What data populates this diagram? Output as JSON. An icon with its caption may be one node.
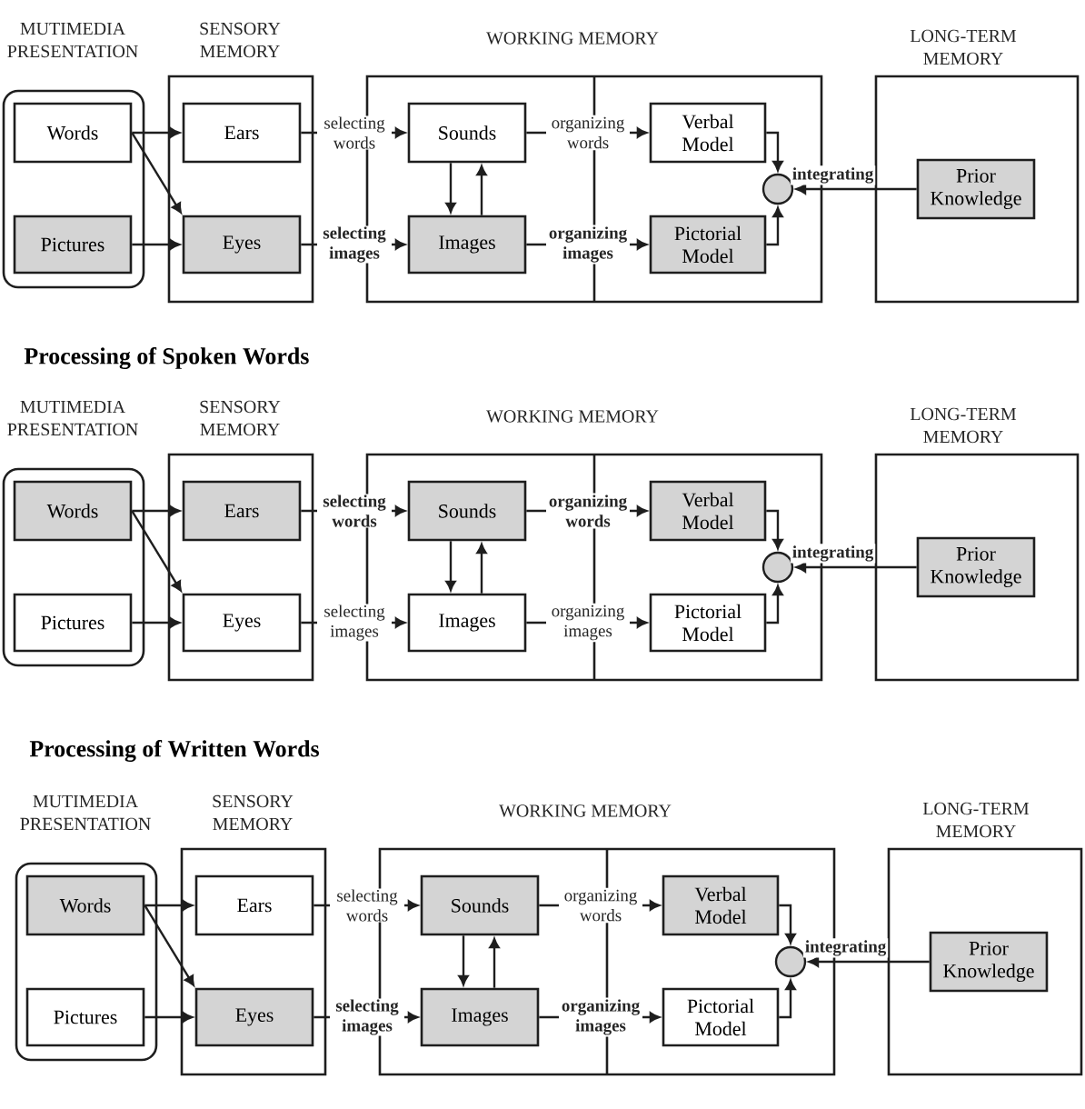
{
  "diagram": {
    "nodes": [
      {
        "text": [
          "MUTIMEDIA PRESENTATION"
        ]
      },
      {
        "text": [
          "Words"
        ],
        "in": 0
      },
      {
        "text": [
          "Pictures"
        ],
        "in": 0
      },
      {
        "text": [
          "SENSORY MEMORY"
        ]
      },
      {
        "text": [
          "Ears"
        ],
        "in": 3
      },
      {
        "text": [
          "Eyes"
        ],
        "in": 3
      },
      {
        "text": [
          "WORKING MEMORY"
        ]
      },
      {
        "text": [
          "Sounds"
        ],
        "in": 6
      },
      {
        "text": [
          "Images"
        ],
        "in": 6
      },
      {
        "text": [
          "Verbal Model"
        ],
        "in": 6
      },
      {
        "text": [
          "Pictorial Model"
        ],
        "in": 6
      },
      {
        "text": [],
        "shape": "circle",
        "in": 6
      },
      {
        "text": [
          "LONG-TERM MEMORY"
        ]
      },
      {
        "text": [
          "Prior Knowledge"
        ],
        "in": 12
      },
      {
        "text": [
          "MUTIMEDIA PRESENTATION"
        ]
      },
      {
        "text": [
          "Words"
        ],
        "in": 14
      },
      {
        "text": [
          "Pictures"
        ],
        "in": 14
      },
      {
        "text": [
          "SENSORY MEMORY"
        ]
      },
      {
        "text": [
          "Ears"
        ],
        "in": 17
      },
      {
        "text": [
          "Eyes"
        ],
        "in": 17
      },
      {
        "text": [
          "WORKING MEMORY"
        ]
      },
      {
        "text": [
          "Sounds"
        ],
        "in": 20
      },
      {
        "text": [
          "Images"
        ],
        "in": 20
      },
      {
        "text": [
          "Verbal Model"
        ],
        "in": 20
      },
      {
        "text": [
          "Pictorial Model"
        ],
        "in": 20
      },
      {
        "text": [],
        "shape": "circle",
        "in": 20
      },
      {
        "text": [
          "LONG-TERM MEMORY"
        ]
      },
      {
        "text": [
          "Prior Knowledge"
        ],
        "in": 26
      },
      {
        "text": [
          "MUTIMEDIA PRESENTATION"
        ]
      },
      {
        "text": [
          "Words"
        ],
        "in": 28
      },
      {
        "text": [
          "Pictures"
        ],
        "in": 28
      },
      {
        "text": [
          "SENSORY MEMORY"
        ]
      },
      {
        "text": [
          "Ears"
        ],
        "in": 31
      },
      {
        "text": [
          "Eyes"
        ],
        "in": 31
      },
      {
        "text": [
          "WORKING MEMORY"
        ]
      },
      {
        "text": [
          "Sounds"
        ],
        "in": 34
      },
      {
        "text": [
          "Images"
        ],
        "in": 34
      },
      {
        "text": [
          "Verbal Model"
        ],
        "in": 34
      },
      {
        "text": [
          "Pictorial Model"
        ],
        "in": 34
      },
      {
        "text": [],
        "shape": "circle",
        "in": 34
      },
      {
        "text": [
          "LONG-TERM MEMORY"
        ]
      },
      {
        "text": [
          "Prior Knowledge"
        ],
        "in": 40
      }
    ],
    "edges": [
      {
        "from": 1,
        "to": 4,
        "arrow": "to"
      },
      {
        "from": 1,
        "to": 5,
        "arrow": "to"
      },
      {
        "from": 2,
        "to": 5,
        "arrow": "to"
      },
      {
        "from": 4,
        "to": 7,
        "arrow": "to",
        "label": "selecting words"
      },
      {
        "from": 5,
        "to": 8,
        "arrow": "to",
        "label": "selecting images"
      },
      {
        "from": 7,
        "to": 8,
        "arrow": "to"
      },
      {
        "from": 8,
        "to": 7,
        "arrow": "to"
      },
      {
        "from": 7,
        "to": 9,
        "arrow": "to",
        "label": "organizing words"
      },
      {
        "from": 8,
        "to": 10,
        "arrow": "to",
        "label": "organizing images"
      },
      {
        "from": 9,
        "to": 11,
        "arrow": "to"
      },
      {
        "from": 10,
        "to": 11,
        "arrow": "to"
      },
      {
        "from": 13,
        "to": 11,
        "arrow": "to",
        "label": "integrating"
      },
      {
        "from": 15,
        "to": 18,
        "arrow": "to"
      },
      {
        "from": 15,
        "to": 19,
        "arrow": "to"
      },
      {
        "from": 16,
        "to": 19,
        "arrow": "to"
      },
      {
        "from": 18,
        "to": 21,
        "arrow": "to",
        "label": "selecting words"
      },
      {
        "from": 19,
        "to": 22,
        "arrow": "to",
        "label": "selecting images"
      },
      {
        "from": 21,
        "to": 22,
        "arrow": "to"
      },
      {
        "from": 22,
        "to": 21,
        "arrow": "to"
      },
      {
        "from": 21,
        "to": 23,
        "arrow": "to",
        "label": "organizing words"
      },
      {
        "from": 22,
        "to": 24,
        "arrow": "to",
        "label": "organizing images"
      },
      {
        "from": 23,
        "to": 25,
        "arrow": "to"
      },
      {
        "from": 24,
        "to": 25,
        "arrow": "to"
      },
      {
        "from": 27,
        "to": 25,
        "arrow": "to",
        "label": "integrating"
      },
      {
        "from": 29,
        "to": 32,
        "arrow": "to"
      },
      {
        "from": 29,
        "to": 33,
        "arrow": "to"
      },
      {
        "from": 30,
        "to": 33,
        "arrow": "to"
      },
      {
        "from": 32,
        "to": 35,
        "arrow": "to",
        "label": "selecting words"
      },
      {
        "from": 33,
        "to": 36,
        "arrow": "to",
        "label": "selecting images"
      },
      {
        "from": 35,
        "to": 36,
        "arrow": "to"
      },
      {
        "from": 36,
        "to": 35,
        "arrow": "to"
      },
      {
        "from": 35,
        "to": 37,
        "arrow": "to",
        "label": "organizing words"
      },
      {
        "from": 36,
        "to": 38,
        "arrow": "to",
        "label": "organizing images"
      },
      {
        "from": 37,
        "to": 39,
        "arrow": "to"
      },
      {
        "from": 38,
        "to": 39,
        "arrow": "to"
      },
      {
        "from": 41,
        "to": 39,
        "arrow": "to",
        "label": "integrating"
      }
    ],
    "labels": [
      "Processing of Spoken Words",
      "Processing of Written Words"
    ]
  }
}
